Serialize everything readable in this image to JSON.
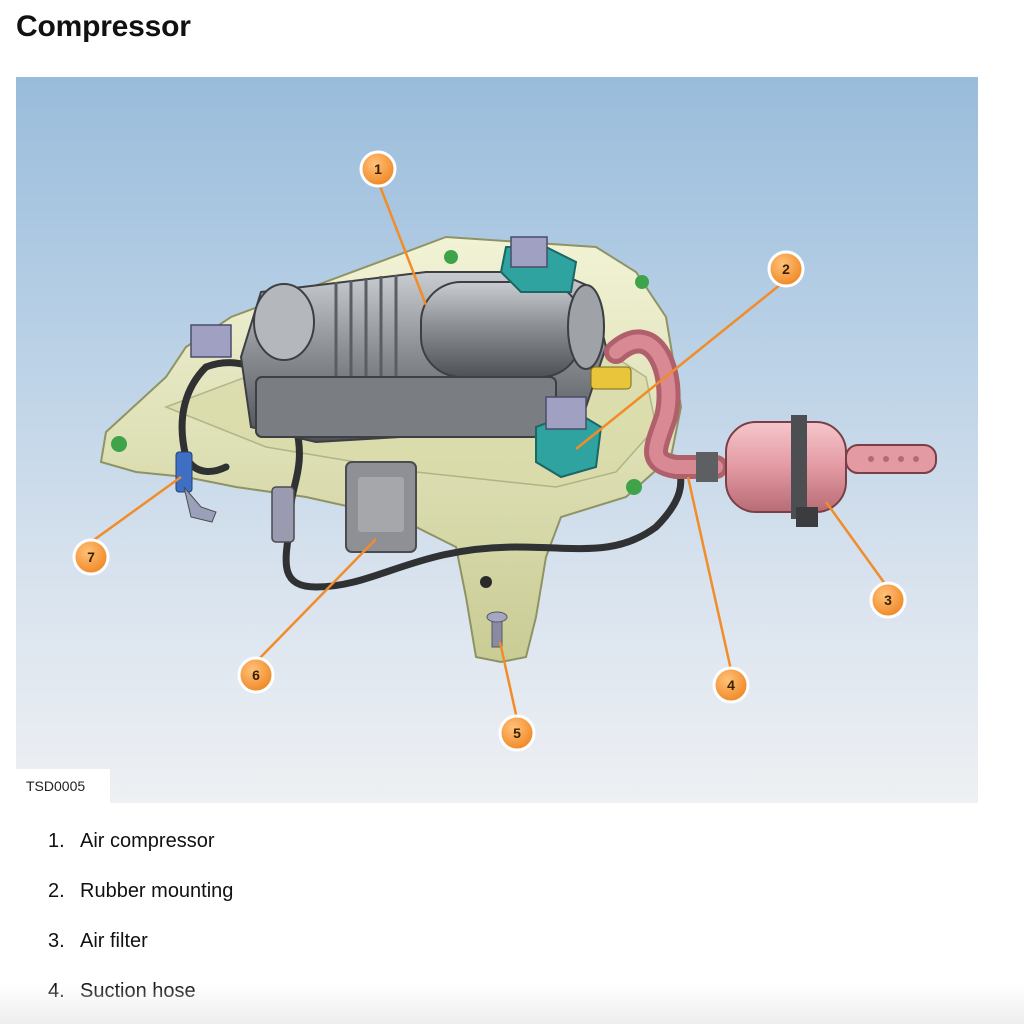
{
  "page": {
    "title": "Compressor"
  },
  "figure": {
    "code": "TSD0005",
    "callouts": [
      {
        "number": "1"
      },
      {
        "number": "2"
      },
      {
        "number": "3"
      },
      {
        "number": "4"
      },
      {
        "number": "5"
      },
      {
        "number": "6"
      },
      {
        "number": "7"
      }
    ],
    "colors": {
      "callout": "#f28c28",
      "leader": "#f28c28",
      "bracket": "#e6e8bf",
      "compressor": "#8a8d92",
      "filter": "#e7a0a8",
      "hose": "#c9737e",
      "mount": "#2fa3a0"
    }
  },
  "legend": {
    "items": [
      {
        "number": "1.",
        "label": "Air compressor"
      },
      {
        "number": "2.",
        "label": "Rubber mounting"
      },
      {
        "number": "3.",
        "label": "Air filter"
      },
      {
        "number": "4.",
        "label": "Suction hose"
      }
    ]
  }
}
